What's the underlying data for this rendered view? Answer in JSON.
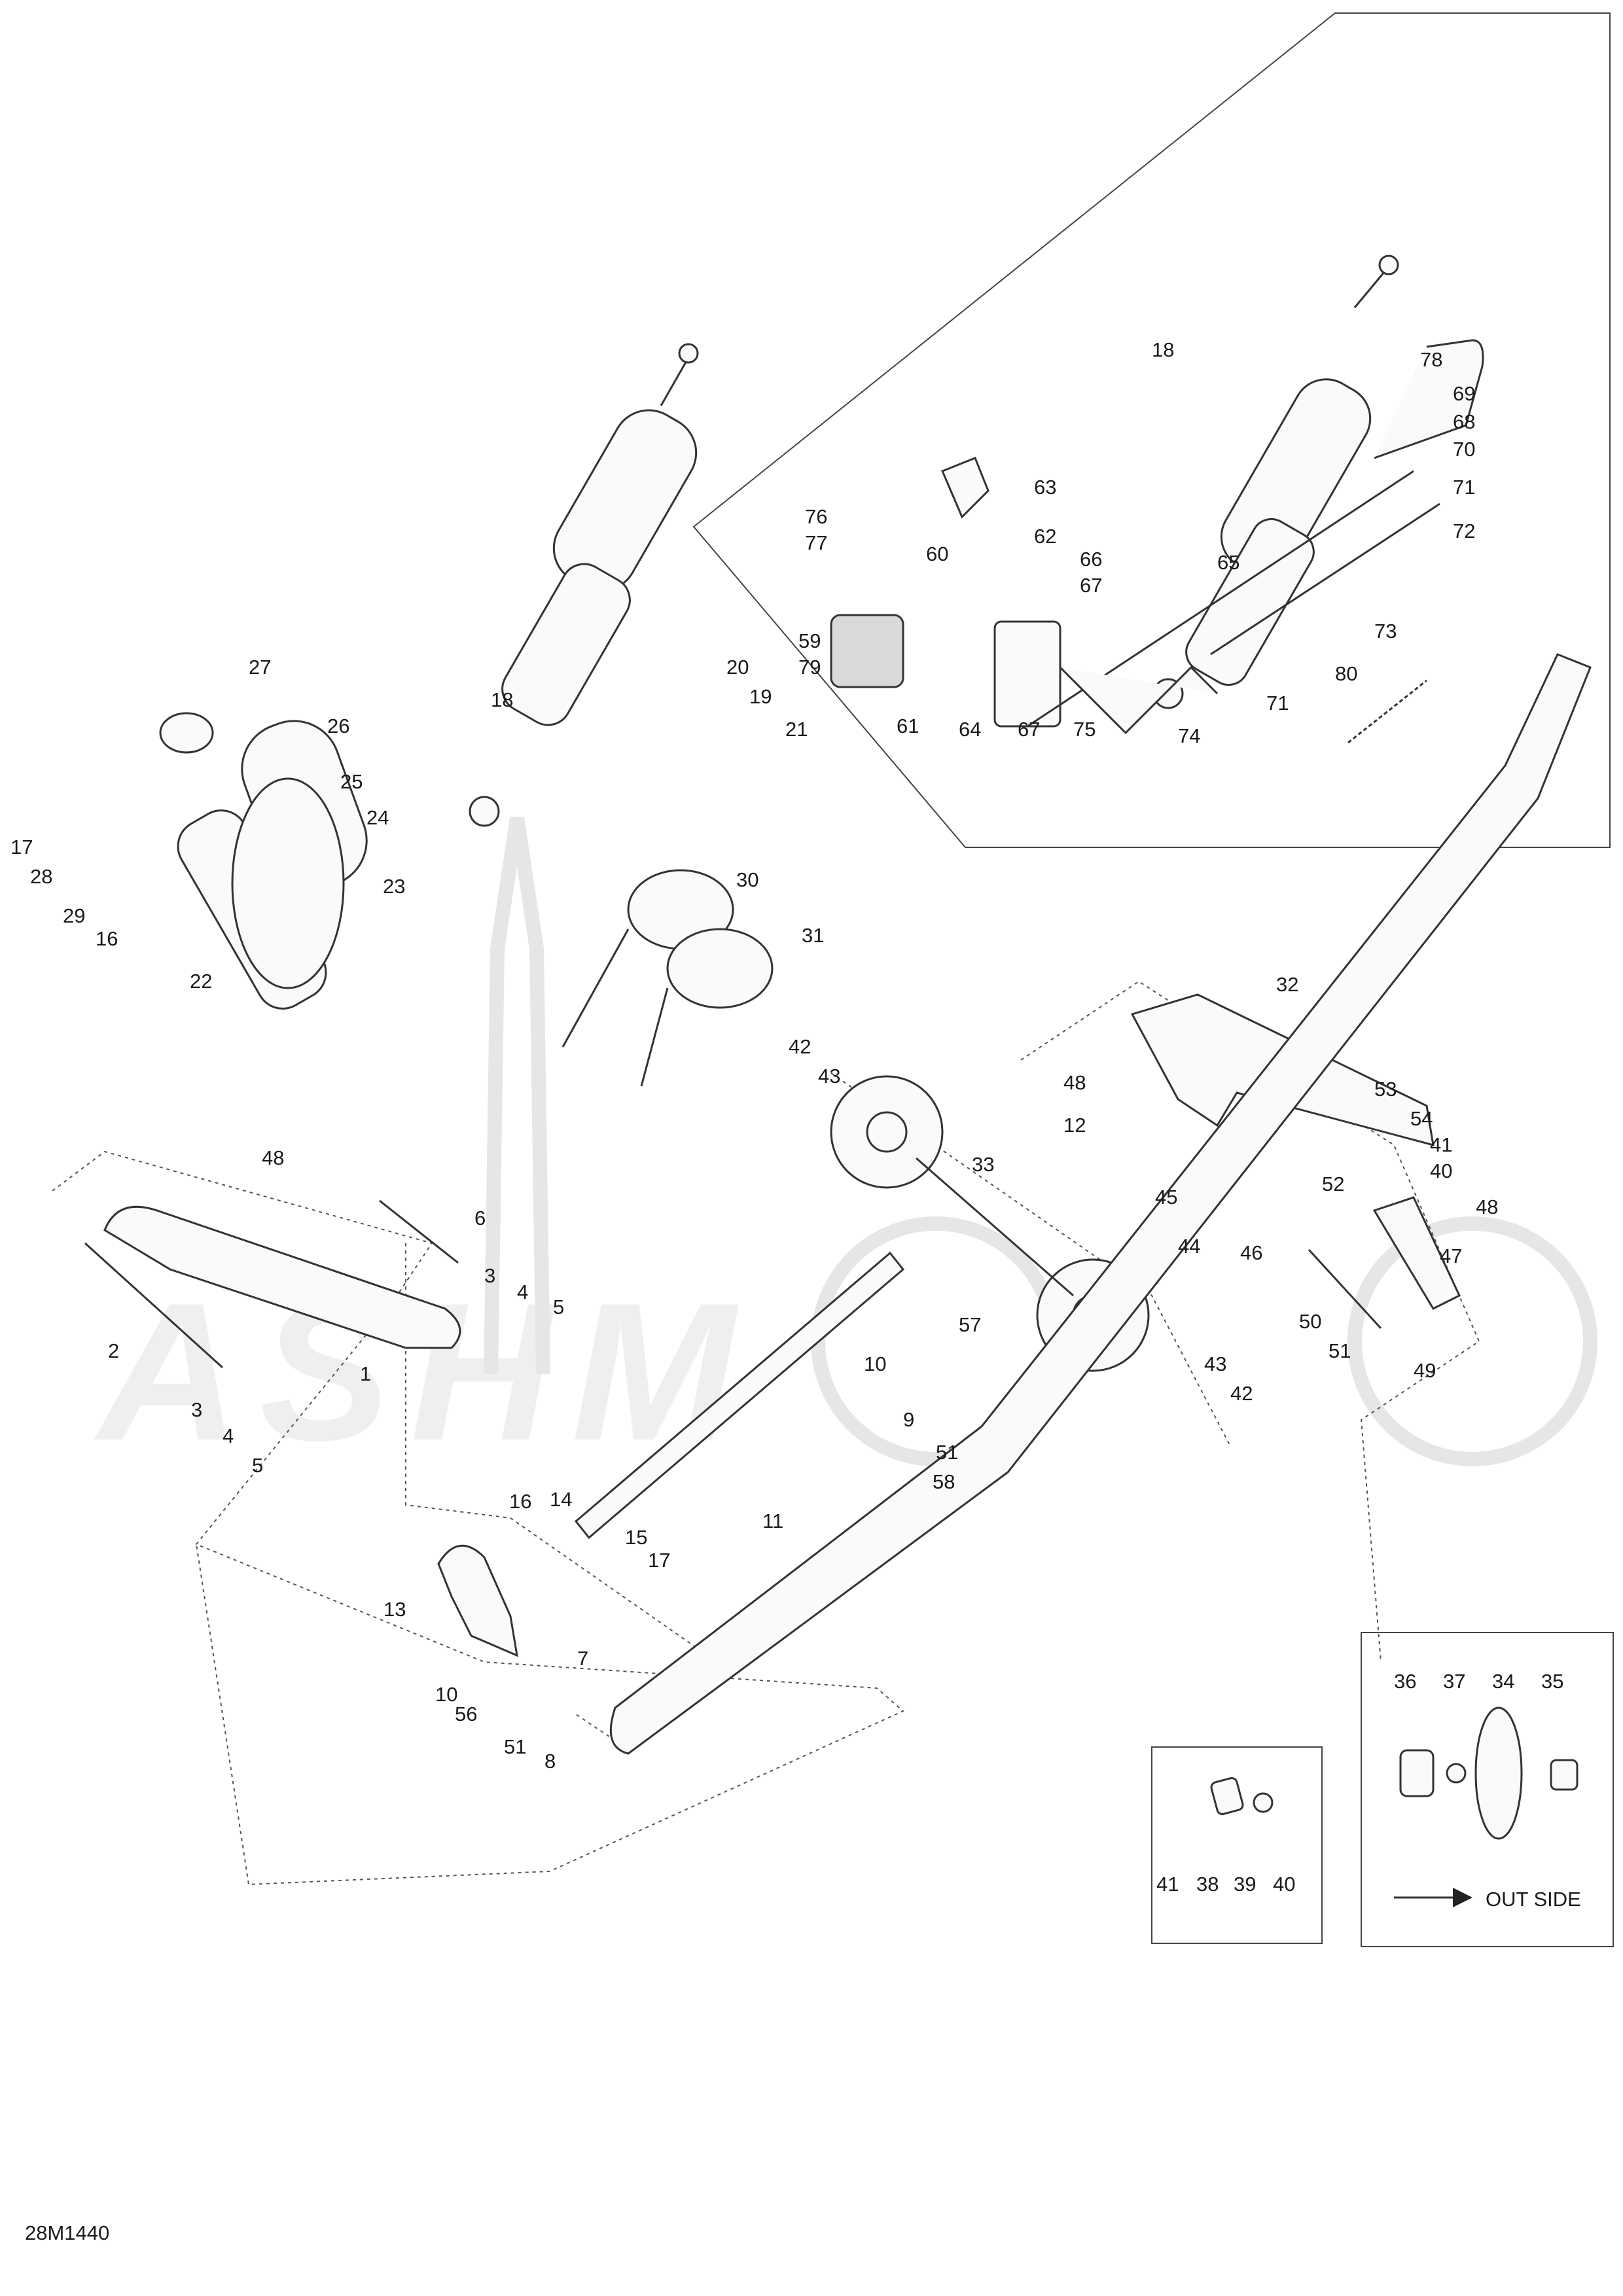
{
  "drawing_code": "28M1440",
  "out_side_label": "OUT SIDE",
  "watermark": "ASHM",
  "callouts": [
    "18",
    "78",
    "69",
    "68",
    "70",
    "63",
    "71",
    "76",
    "72",
    "77",
    "60",
    "62",
    "66",
    "67",
    "65",
    "59",
    "73",
    "79",
    "61",
    "80",
    "71",
    "64",
    "67",
    "75",
    "74",
    "27",
    "20",
    "19",
    "26",
    "18",
    "21",
    "25",
    "24",
    "17",
    "28",
    "23",
    "29",
    "16",
    "30",
    "31",
    "22",
    "32",
    "42",
    "43",
    "48",
    "53",
    "54",
    "41",
    "40",
    "12",
    "33",
    "48",
    "45",
    "52",
    "44",
    "46",
    "48",
    "6",
    "47",
    "3",
    "4",
    "5",
    "50",
    "51",
    "49",
    "2",
    "1",
    "57",
    "10",
    "43",
    "9",
    "42",
    "3",
    "51",
    "58",
    "4",
    "5",
    "11",
    "16",
    "14",
    "15",
    "17",
    "13",
    "36",
    "37",
    "34",
    "35",
    "7",
    "10",
    "56",
    "51",
    "8",
    "41",
    "38",
    "39",
    "40"
  ]
}
